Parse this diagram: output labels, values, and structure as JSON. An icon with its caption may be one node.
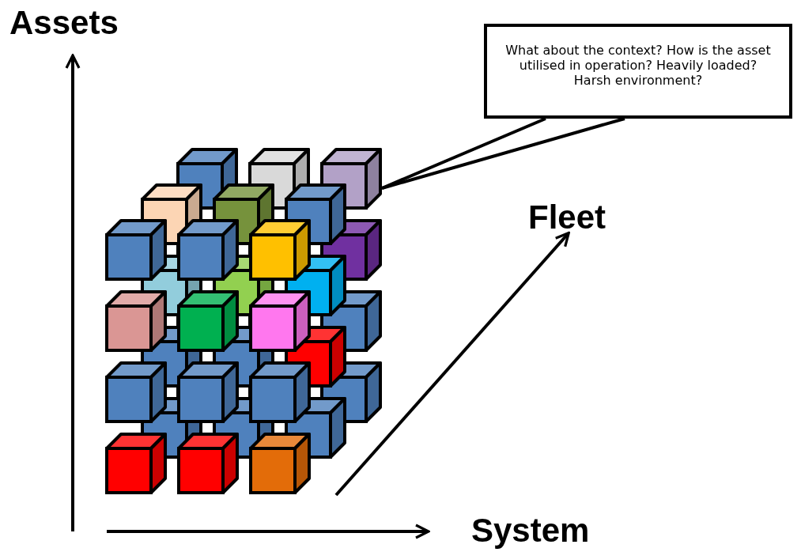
{
  "diagram": {
    "nodes": [
      {
        "text": [
          "What about the context? How is the asset utilised in operation? Heavily loaded? Harsh environment?"
        ]
      },
      {
        "text": [],
        "shape": "box"
      }
    ],
    "edges": [
      {
        "from": 0,
        "to": 1,
        "arrow": "none"
      }
    ],
    "labels": [
      "Assets",
      "Fleet",
      "System"
    ]
  }
}
